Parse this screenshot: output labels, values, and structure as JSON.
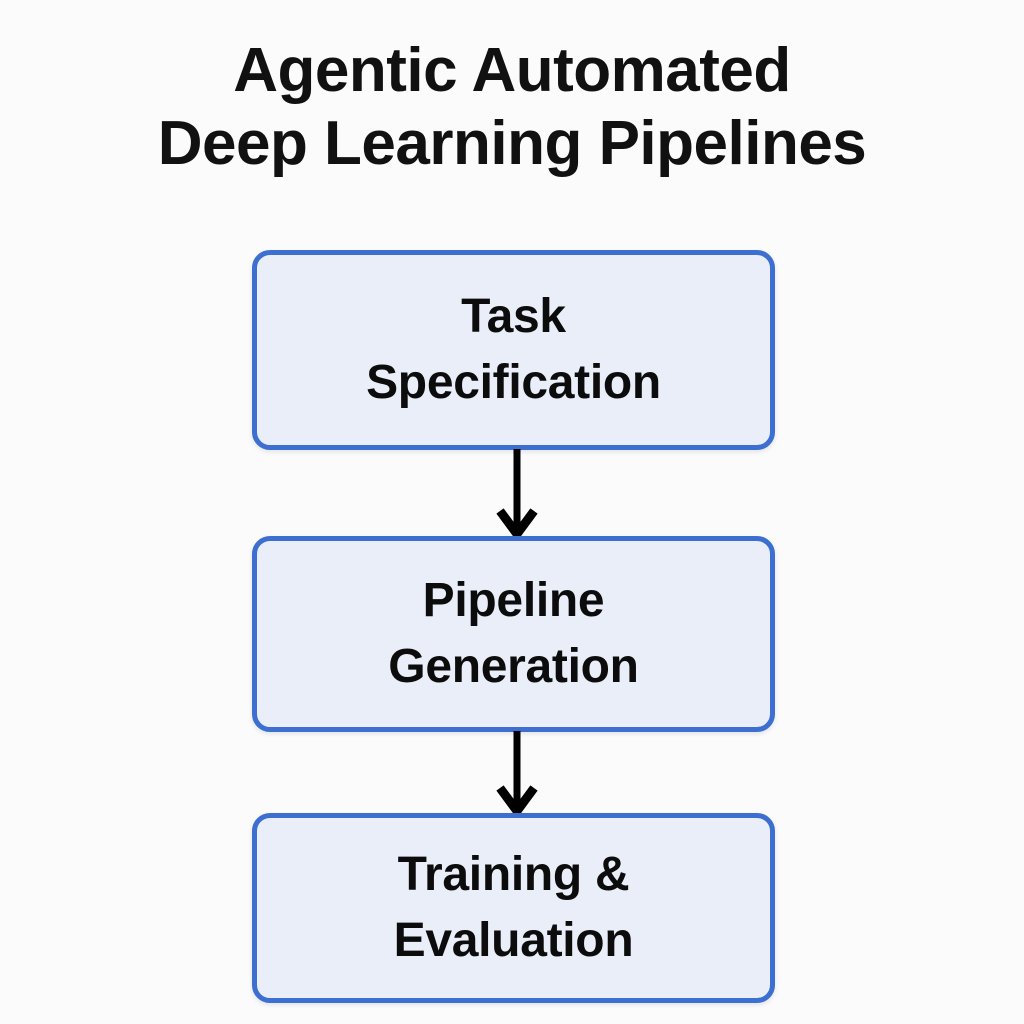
{
  "figure": {
    "background_color": "#fbfbfc",
    "title": {
      "line1": "Agentic Automated",
      "line2": "Deep Learning Pipelines"
    },
    "style": {
      "node_fill": "#e9eef9",
      "node_border": "#3d6fd0",
      "node_text_color": "#0c0c0c",
      "title_text_color": "#111111",
      "arrow_color": "#000000"
    },
    "diagram": {
      "type": "flowchart",
      "orientation": "top-to-bottom",
      "nodes": [
        {
          "id": "task-specification",
          "label": "Task\nSpecification"
        },
        {
          "id": "pipeline-generation",
          "label": "Pipeline\nGeneration"
        },
        {
          "id": "training-evaluation",
          "label": "Training &\nEvaluation"
        }
      ],
      "connectors": [
        {
          "id": "arrow-1",
          "from": "task-specification",
          "to": "pipeline-generation",
          "glyph": "down-arrow"
        },
        {
          "id": "arrow-2",
          "from": "pipeline-generation",
          "to": "training-evaluation",
          "glyph": "down-arrow"
        }
      ]
    }
  }
}
